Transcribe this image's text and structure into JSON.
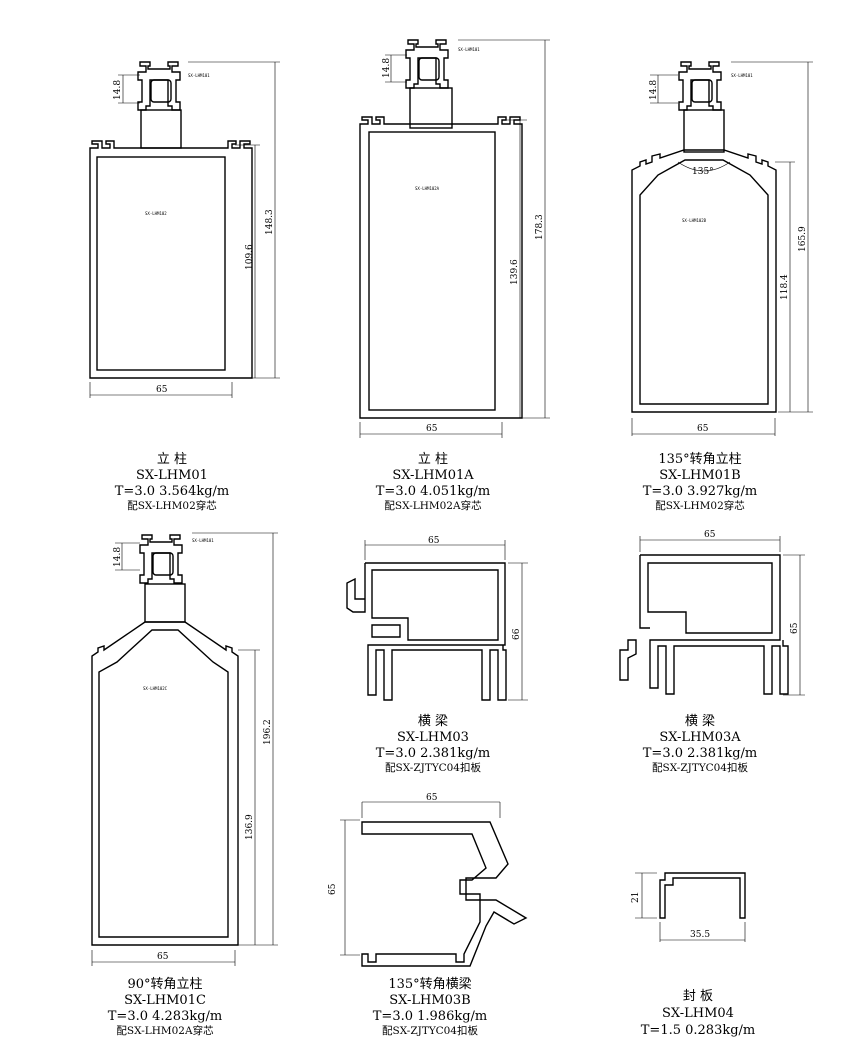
{
  "profiles": [
    {
      "name": "立 柱",
      "code": "SX-LHM01",
      "spec": "T=3.0 3.564kg/m",
      "note": "配SX-LHM02穿芯",
      "inner_tag": "SX-LHM102",
      "top_tag": "SX-LHM101",
      "dims": {
        "width": "65",
        "inner_h": "109.6",
        "total_h": "148.3",
        "conn": "14.8"
      }
    },
    {
      "name": "立 柱",
      "code": "SX-LHM01A",
      "spec": "T=3.0 4.051kg/m",
      "note": "配SX-LHM02A穿芯",
      "inner_tag": "SX-LHM102A",
      "top_tag": "SX-LHM101",
      "dims": {
        "width": "65",
        "inner_h": "139.6",
        "total_h": "178.3",
        "conn": "14.8"
      }
    },
    {
      "name": "135°转角立柱",
      "code": "SX-LHM01B",
      "spec": "T=3.0 3.927kg/m",
      "note": "配SX-LHM02穿芯",
      "inner_tag": "SX-LHM102B",
      "top_tag": "SX-LHM101",
      "angle": "135°",
      "dims": {
        "width": "65",
        "inner_h": "118.4",
        "total_h": "165.9",
        "conn": "14.8"
      }
    },
    {
      "name": "90°转角立柱",
      "code": "SX-LHM01C",
      "spec": "T=3.0 4.283kg/m",
      "note": "配SX-LHM02A穿芯",
      "inner_tag": "SX-LHM102C",
      "top_tag": "SX-LHM101",
      "dims": {
        "width": "65",
        "inner_h": "136.9",
        "total_h": "196.2",
        "conn": "14.8"
      }
    },
    {
      "name": "横 梁",
      "code": "SX-LHM03",
      "spec": "T=3.0 2.381kg/m",
      "note": "配SX-ZJTYC04扣板",
      "dims": {
        "width": "65",
        "height": "66"
      }
    },
    {
      "name": "横 梁",
      "code": "SX-LHM03A",
      "spec": "T=3.0 2.381kg/m",
      "note": "配SX-ZJTYC04扣板",
      "dims": {
        "width": "65",
        "height": "65"
      }
    },
    {
      "name": "135°转角横梁",
      "code": "SX-LHM03B",
      "spec": "T=3.0 1.986kg/m",
      "note": "配SX-ZJTYC04扣板",
      "dims": {
        "width": "65",
        "height": "65"
      }
    },
    {
      "name": "封 板",
      "code": "SX-LHM04",
      "spec": "T=1.5 0.283kg/m",
      "dims": {
        "width": "35.5",
        "height": "21"
      }
    }
  ]
}
